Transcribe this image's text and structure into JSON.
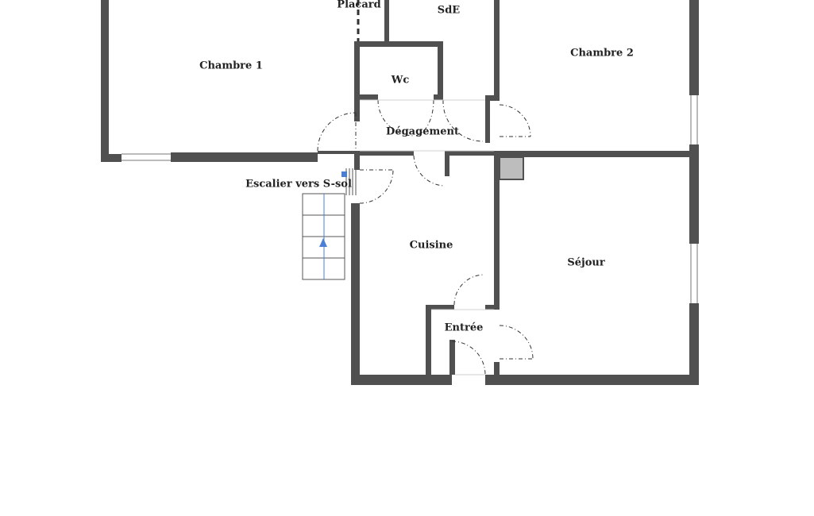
{
  "rooms": {
    "chambre1": "Chambre 1",
    "placard": "Placard",
    "sde": "SdE",
    "chambre2": "Chambre 2",
    "wc": "Wc",
    "degagement": "Dégagement",
    "escalier": "Escalier vers S-sol",
    "cuisine": "Cuisine",
    "sejour": "Séjour",
    "entree": "Entrée"
  },
  "colors": {
    "wall": "#505050",
    "door_arc": "#333333",
    "stairs": "#555555",
    "arrow": "#4a7fd4",
    "duct_fill": "#bdbdbd"
  }
}
